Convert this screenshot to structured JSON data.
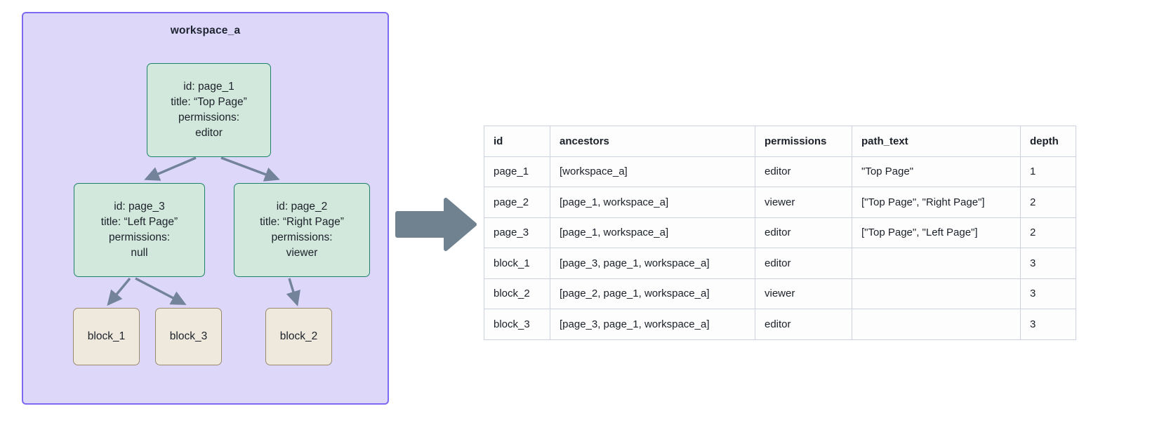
{
  "workspace": {
    "title": "workspace_a",
    "border_color": "#7c6bf0",
    "fill_color": "#ddd8fa",
    "nodes": {
      "page_1": {
        "id_line": "id: page_1",
        "title_line": "title: “Top Page”",
        "perm_label": "permissions:",
        "perm_value": "editor"
      },
      "page_3": {
        "id_line": "id: page_3",
        "title_line": "title: “Left Page”",
        "perm_label": "permissions:",
        "perm_value": "null"
      },
      "page_2": {
        "id_line": "id: page_2",
        "title_line": "title: “Right Page”",
        "perm_label": "permissions:",
        "perm_value": "viewer"
      },
      "block_1": {
        "label": "block_1"
      },
      "block_3": {
        "label": "block_3"
      },
      "block_2": {
        "label": "block_2"
      }
    },
    "node_colors": {
      "page_fill": "#d2e8dc",
      "page_border": "#1d8268",
      "block_fill": "#eee8dd",
      "block_border": "#9a8a6d",
      "edge_color": "#72839a"
    }
  },
  "transform_arrow": {
    "name": "right-arrow",
    "color": "#70828f"
  },
  "table": {
    "columns": [
      "id",
      "ancestors",
      "permissions",
      "path_text",
      "depth"
    ],
    "rows": [
      {
        "id": "page_1",
        "ancestors": "[workspace_a]",
        "permissions": "editor",
        "path_text": "\"Top Page\"",
        "depth": "1"
      },
      {
        "id": "page_2",
        "ancestors": "[page_1, workspace_a]",
        "permissions": "viewer",
        "path_text": "[\"Top Page\", \"Right Page\"]",
        "depth": "2"
      },
      {
        "id": "page_3",
        "ancestors": "[page_1, workspace_a]",
        "permissions": "editor",
        "path_text": "[\"Top Page\", \"Left Page\"]",
        "depth": "2"
      },
      {
        "id": "block_1",
        "ancestors": "[page_3, page_1, workspace_a]",
        "permissions": "editor",
        "path_text": "",
        "depth": "3"
      },
      {
        "id": "block_2",
        "ancestors": "[page_2, page_1, workspace_a]",
        "permissions": "viewer",
        "path_text": "",
        "depth": "3"
      },
      {
        "id": "block_3",
        "ancestors": "[page_3, page_1, workspace_a]",
        "permissions": "editor",
        "path_text": "",
        "depth": "3"
      }
    ]
  }
}
